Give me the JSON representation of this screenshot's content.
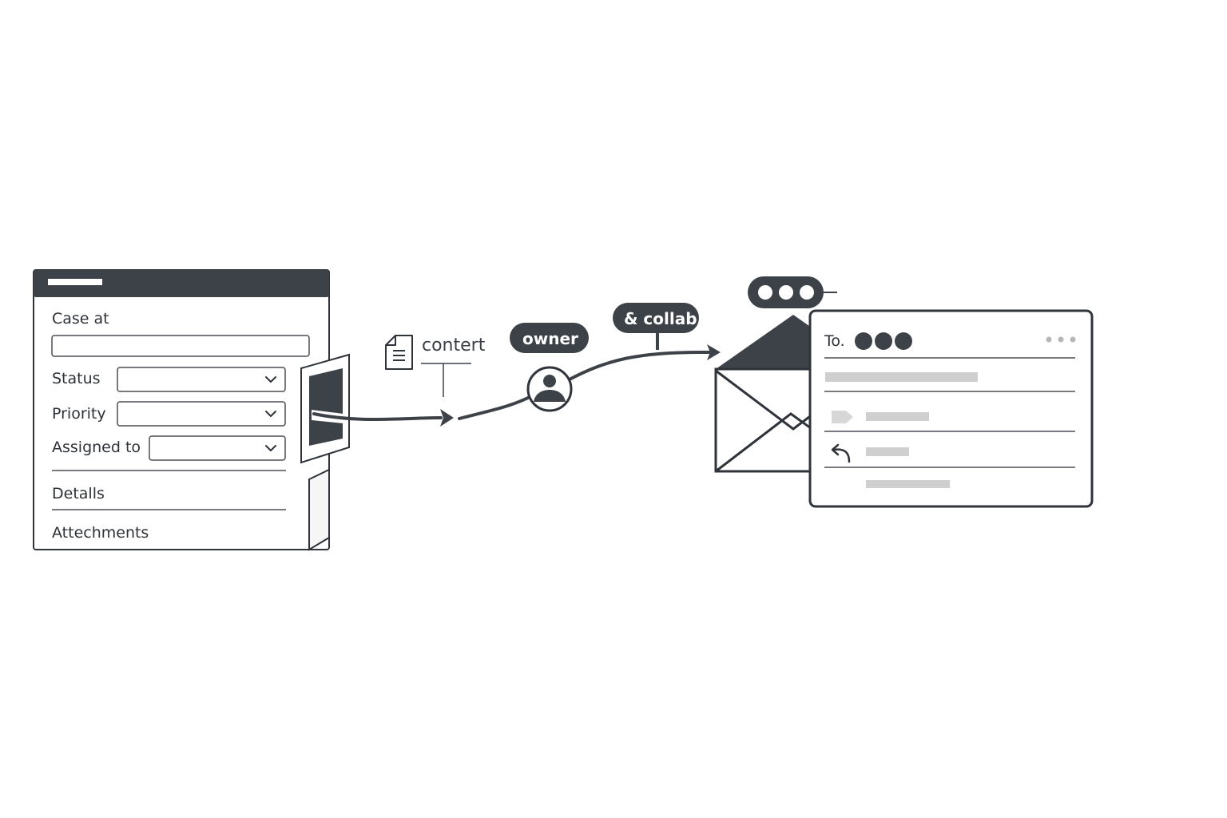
{
  "form": {
    "title": "Case at",
    "fields": {
      "status": "Status",
      "priority": "Priority",
      "assigned_to": "Assigned to"
    },
    "sections": {
      "details": "Detalls",
      "attachments": "Attechments"
    },
    "icons": {
      "dropdown": "chevron-down-icon"
    }
  },
  "flow": {
    "document_label": "contert",
    "owner_label": "owner",
    "collab_label": "& collab"
  },
  "email": {
    "to_label": "To.",
    "icons": {
      "envelope": "envelope-icon",
      "more": "ellipsis-icon",
      "forward": "forward-icon",
      "reply": "reply-icon"
    }
  },
  "colors": {
    "dark": "#3d4148",
    "outline": "#2f333a",
    "gray": "#cfcfcf",
    "white": "#ffffff"
  }
}
